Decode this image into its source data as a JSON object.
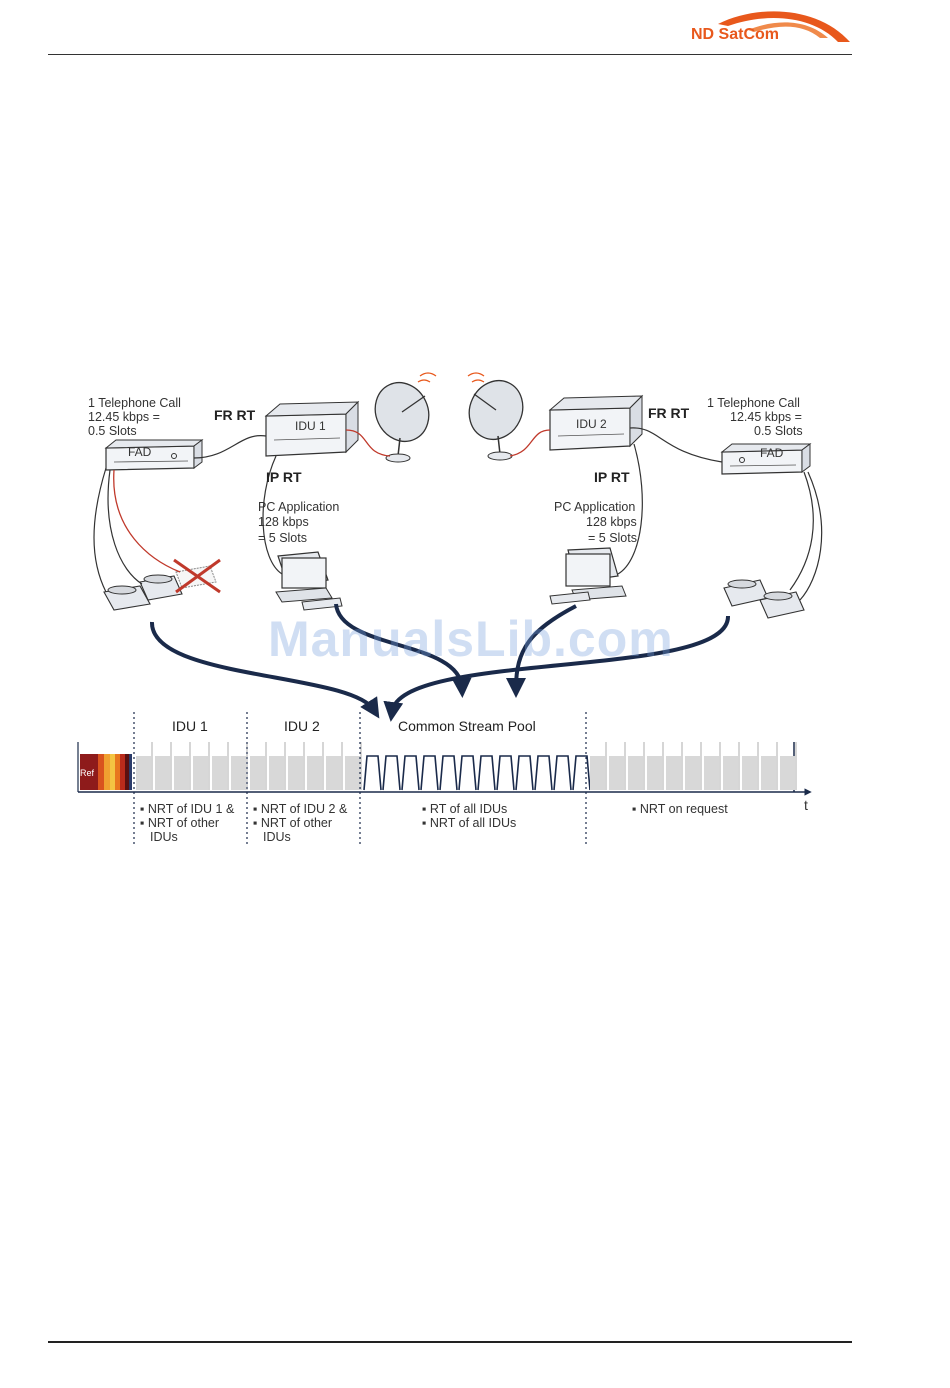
{
  "header": {
    "brand": "ND SatCom"
  },
  "watermark": "ManualsLib.com",
  "left_site": {
    "call_line1": "1 Telephone Call",
    "call_line2": "12.45 kbps =",
    "call_line3": "0.5 Slots",
    "fr_rt": "FR RT",
    "ip_rt": "IP RT",
    "fad": "FAD",
    "idu": "IDU 1",
    "pc_line1": "PC Application",
    "pc_line2": "128 kbps",
    "pc_line3": "= 5 Slots"
  },
  "right_site": {
    "call_line1": "1 Telephone Call",
    "call_line2": "12.45 kbps =",
    "call_line3": "0.5 Slots",
    "fr_rt": "FR RT",
    "ip_rt": "IP RT",
    "fad": "FAD",
    "idu": "IDU 2",
    "pc_line1": "PC Application",
    "pc_line2": "128 kbps",
    "pc_line3": "= 5 Slots"
  },
  "timeline": {
    "ref_label": "Ref",
    "t_label": "t",
    "segments": {
      "idu1": "IDU 1",
      "idu2": "IDU 2",
      "pool": "Common Stream Pool"
    },
    "notes": {
      "idu1_l1": "▪ NRT of IDU 1 &",
      "idu1_l2": "▪ NRT of other",
      "idu1_l3": "IDUs",
      "idu2_l1": "▪ NRT of IDU 2 &",
      "idu2_l2": "▪ NRT of other",
      "idu2_l3": "IDUs",
      "pool_l1": "▪ RT of all IDUs",
      "pool_l2": "▪ NRT of all IDUs",
      "req_l1": "▪ NRT on request"
    }
  },
  "colors": {
    "brand": "#e8581c",
    "arrow": "#1a2a4a",
    "slot_fill": "#d8d8d8",
    "cable_red": "#c0392b"
  }
}
